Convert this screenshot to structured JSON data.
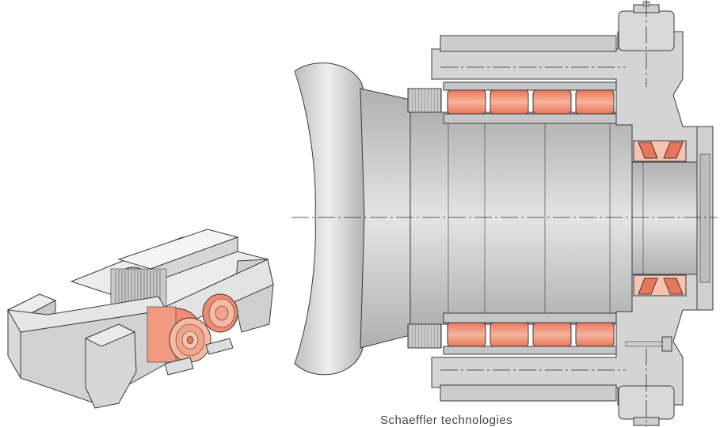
{
  "figure": {
    "left_view": "roll-neck-assembly-iso",
    "right_view": "roll-neck-bearing-section"
  },
  "colors": {
    "background": "#ffffff",
    "steel_light": "#dcdcdc",
    "steel_mid": "#c4c4c4",
    "steel_dark": "#9d9d9d",
    "roller": "#f08a70",
    "roller_light": "#f7b9a4",
    "outline": "#3a3a3a"
  },
  "caption": {
    "partial_text": "Schaeffler  technologies"
  }
}
